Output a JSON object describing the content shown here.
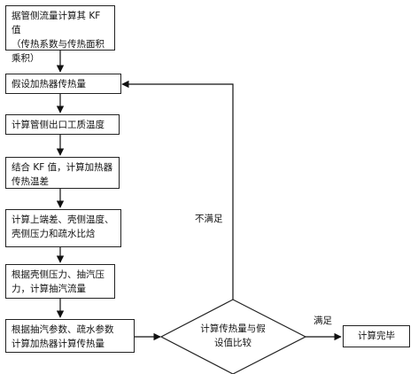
{
  "steps": [
    {
      "id": "step1",
      "lines": [
        "据管侧流量计算其 KF 值",
        "（传热系数与传热面积",
        "乘积）"
      ]
    },
    {
      "id": "step2",
      "lines": [
        "假设加热器传热量"
      ]
    },
    {
      "id": "step3",
      "lines": [
        "计算管侧出口工质温度"
      ]
    },
    {
      "id": "step4",
      "lines": [
        "结合 KF 值，计算加热器",
        "传热温差"
      ]
    },
    {
      "id": "step5",
      "lines": [
        "计算上端差、壳侧温度、",
        "壳侧压力和疏水比焓"
      ]
    },
    {
      "id": "step6",
      "lines": [
        "根据壳侧压力、抽汽压",
        "力，计算抽汽流量"
      ]
    },
    {
      "id": "step7",
      "lines": [
        "根据抽汽参数、疏水参数",
        "计算加热器计算传热量"
      ]
    }
  ],
  "decision": {
    "lines": [
      "计算传热量与假",
      "设值比较"
    ]
  },
  "end": {
    "label": "计算完毕"
  },
  "edges": {
    "not_satisfied": "不满足",
    "satisfied": "满足"
  }
}
